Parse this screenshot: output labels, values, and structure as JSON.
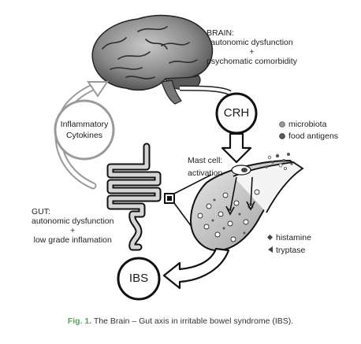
{
  "brain": {
    "title": "BRAIN:",
    "line1": "autonomic dysfunction",
    "plus": "+",
    "line2": "psychomatic comorbidity"
  },
  "crh": "CRH",
  "cytokines": {
    "line1": "Inflammatory",
    "line2": "Cytokines"
  },
  "legend_top": {
    "microbiota": "microbiota",
    "food_antigens": "food antigens"
  },
  "mast_cell": {
    "line1": "Mast cell:",
    "line2": "activation"
  },
  "gut": {
    "title": "GUT:",
    "line1": "autonomic dysfunction",
    "plus": "+",
    "line2": "low grade inflamation"
  },
  "legend_bottom": {
    "histamine": "histamine",
    "tryptase": "tryptase"
  },
  "ibs": "IBS",
  "caption": {
    "fig_label": "Fig. 1.",
    "text": " The Brain – Gut axis in irritable bowel syndrome (IBS)."
  },
  "colors": {
    "caption_accent": "#5aa05a",
    "brain_shade": "#6f6f6f"
  }
}
